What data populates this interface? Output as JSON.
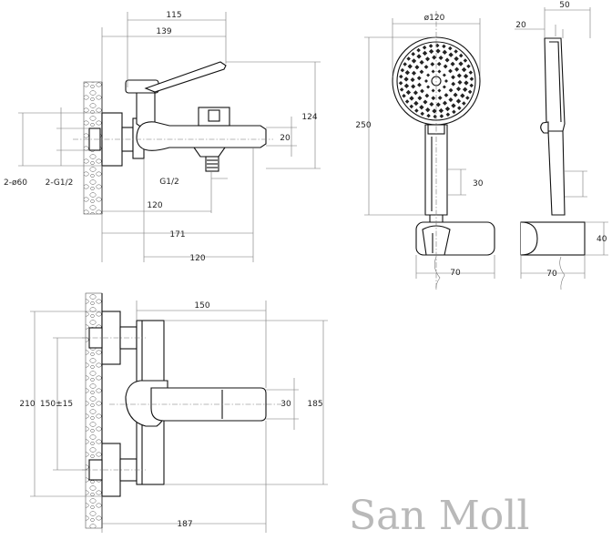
{
  "dimensions": {
    "top_view": {
      "width_115": "115",
      "width_139": "139",
      "height_124": "124",
      "pipe_20": "20",
      "diameter_2x60": "2-ø60",
      "thread_2xg12": "2-G1/2",
      "thread_g12": "G1/2",
      "depth_120_inner": "120",
      "length_171": "171",
      "depth_120_outer": "120"
    },
    "hand_shower": {
      "head_diameter": "ø120",
      "length_250": "250",
      "handle_30": "30",
      "holder_width_70": "70"
    },
    "side_view": {
      "width_50": "50",
      "offset_20": "20",
      "holder_height_40": "40",
      "holder_depth_70": "70"
    },
    "front_view": {
      "width_150": "150",
      "height_210": "210",
      "spacing_150": "150±15",
      "spout_30": "30",
      "height_185": "185",
      "depth_187": "187"
    }
  },
  "watermark": "San Moll"
}
